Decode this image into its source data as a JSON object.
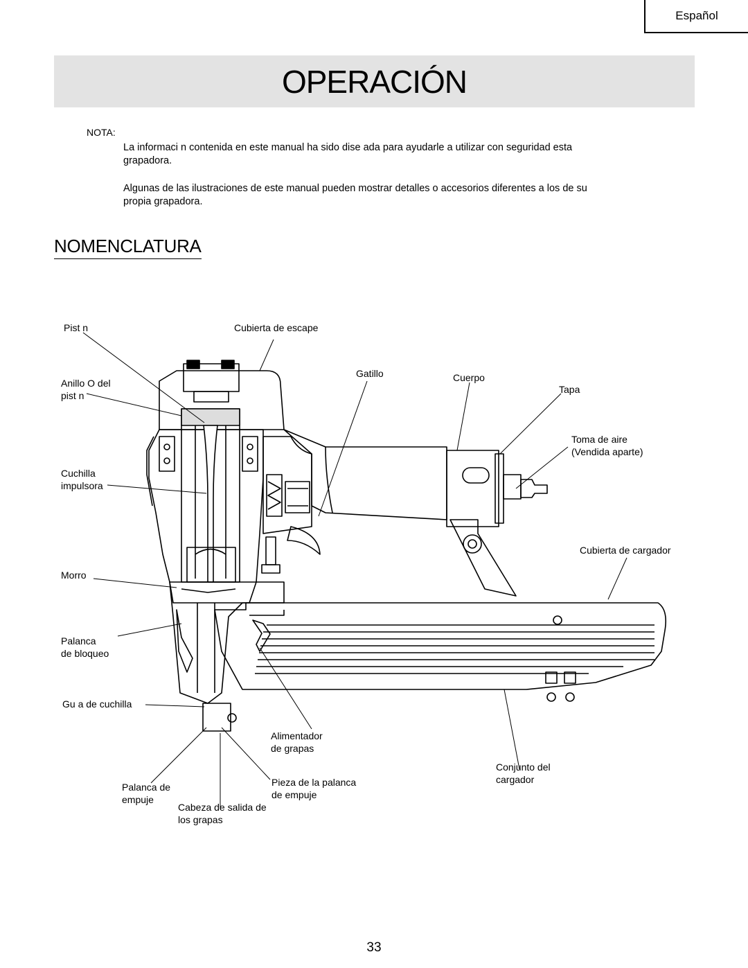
{
  "header": {
    "language_tab": "Español"
  },
  "title": "OPERACIÓN",
  "note": {
    "label": "NOTA:",
    "paragraphs": [
      "La informaci   n contenida en este manual ha sido dise      ada para ayudarle a utilizar con seguridad esta grapadora.",
      "Algunas de las ilustraciones de este manual pueden mostrar detalles o accesorios diferentes a los de su propia grapadora."
    ]
  },
  "section_title": "NOMENCLATURA",
  "diagram": {
    "labels": {
      "piston": "Pist   n",
      "exhaust_cover": "Cubierta de escape",
      "trigger": "Gatillo",
      "body": "Cuerpo",
      "cap": "Tapa",
      "piston_o_ring": "Anillo O del\npist   n",
      "air_plug": "Toma de aire\n(Vendida aparte)",
      "driver_blade": "Cuchilla\nimpulsora",
      "magazine_cover": "Cubierta de cargador",
      "nose": "Morro",
      "lock_lever": "Palanca\nde bloqueo",
      "blade_guide": "Gu  a de cuchilla",
      "staple_feeder": "Alimentador\nde grapas",
      "magazine_assembly": "Conjunto del\ncargador",
      "push_lever": "Palanca de\nempuje",
      "push_lever_piece": "Pieza de la palanca\nde empuje",
      "staple_outlet_head": "Cabeza de salida de\nlos grapas"
    }
  },
  "page_number": "33"
}
